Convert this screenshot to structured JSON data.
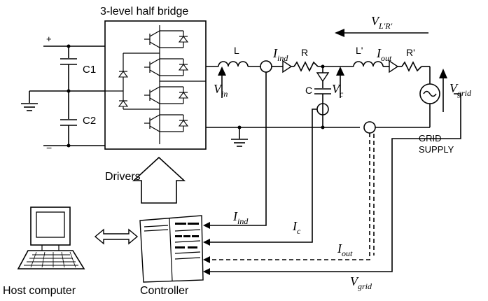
{
  "labels": {
    "bridge_title": "3-level half bridge",
    "c1": "C1",
    "c2": "C2",
    "plus": "+",
    "minus": "−",
    "inductor_l": "L",
    "resistor_r": "R",
    "capacitor_c": "C",
    "inductor_l2": "L'",
    "resistor_r2": "R'",
    "grid_supply_line1": "GRID",
    "grid_supply_line2": "SUPPLY",
    "drivers": "Drivers",
    "host_computer": "Host computer",
    "controller": "Controller"
  },
  "symbols": {
    "v_lr": {
      "main": "V",
      "sub": "L'R'"
    },
    "i_ind_top": {
      "main": "I",
      "sub": "ind"
    },
    "i_out_top": {
      "main": "I",
      "sub": "out"
    },
    "v_in": {
      "main": "V",
      "sub": "in"
    },
    "v_c": {
      "main": "V",
      "sub": "c"
    },
    "v_grid_right": {
      "main": "V",
      "sub": "grid"
    },
    "i_ind_sig": {
      "main": "I",
      "sub": "ind"
    },
    "i_c_sig": {
      "main": "I",
      "sub": "c"
    },
    "i_out_sig": {
      "main": "I",
      "sub": "out"
    },
    "v_grid_sig": {
      "main": "V",
      "sub": "grid"
    }
  }
}
